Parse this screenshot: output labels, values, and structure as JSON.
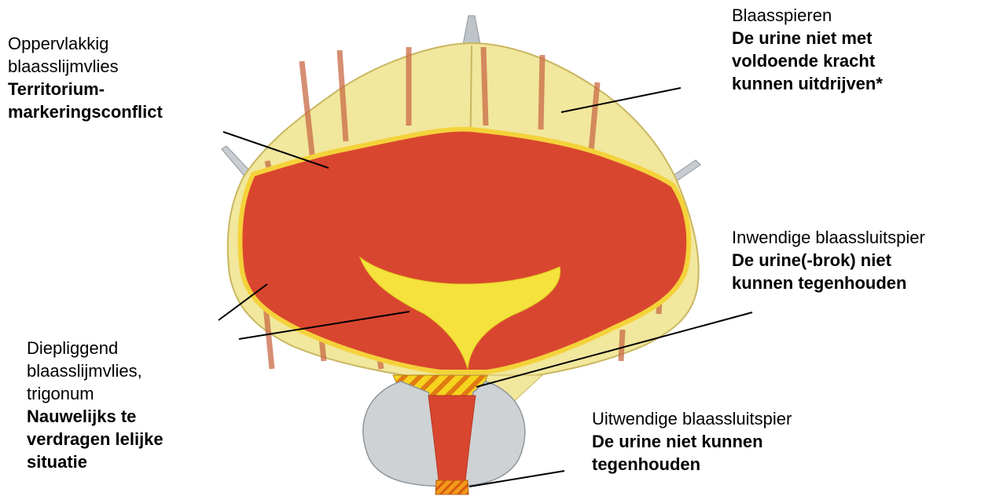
{
  "colors": {
    "background": "#ffffff",
    "muscle_yellow": "#f1e79d",
    "mucosa_red": "#d9462f",
    "mucosa_edge": "#f4d23a",
    "trigonum_yellow": "#f5e23c",
    "sphincter_orange": "#f29a1d",
    "sphincter_gray": "#c9c9c9",
    "muscle_band": "#c96a45",
    "leader_line": "#000000"
  },
  "labels": {
    "oppervlakkig": {
      "name_lines": [
        "Oppervlakkig",
        "blaasslijmvlies"
      ],
      "meaning_lines": [
        "Territorium-",
        "markeringsconflict"
      ]
    },
    "blaasspieren": {
      "name_lines": [
        "Blaasspieren"
      ],
      "meaning_lines": [
        "De urine niet met",
        "voldoende kracht",
        "kunnen uitdrijven*"
      ]
    },
    "inwendige": {
      "name_lines": [
        "Inwendige blaassluitspier"
      ],
      "meaning_lines": [
        "De urine(-brok) niet",
        "kunnen tegenhouden"
      ]
    },
    "diepliggend": {
      "name_lines": [
        "Diepliggend",
        "blaasslijmvlies,",
        "trigonum"
      ],
      "meaning_lines": [
        "Nauwelijks te",
        "verdragen lelijke",
        "situatie"
      ]
    },
    "uitwendige": {
      "name_lines": [
        "Uitwendige blaassluitspier"
      ],
      "meaning_lines": [
        "De urine niet kunnen",
        "tegenhouden"
      ]
    }
  }
}
